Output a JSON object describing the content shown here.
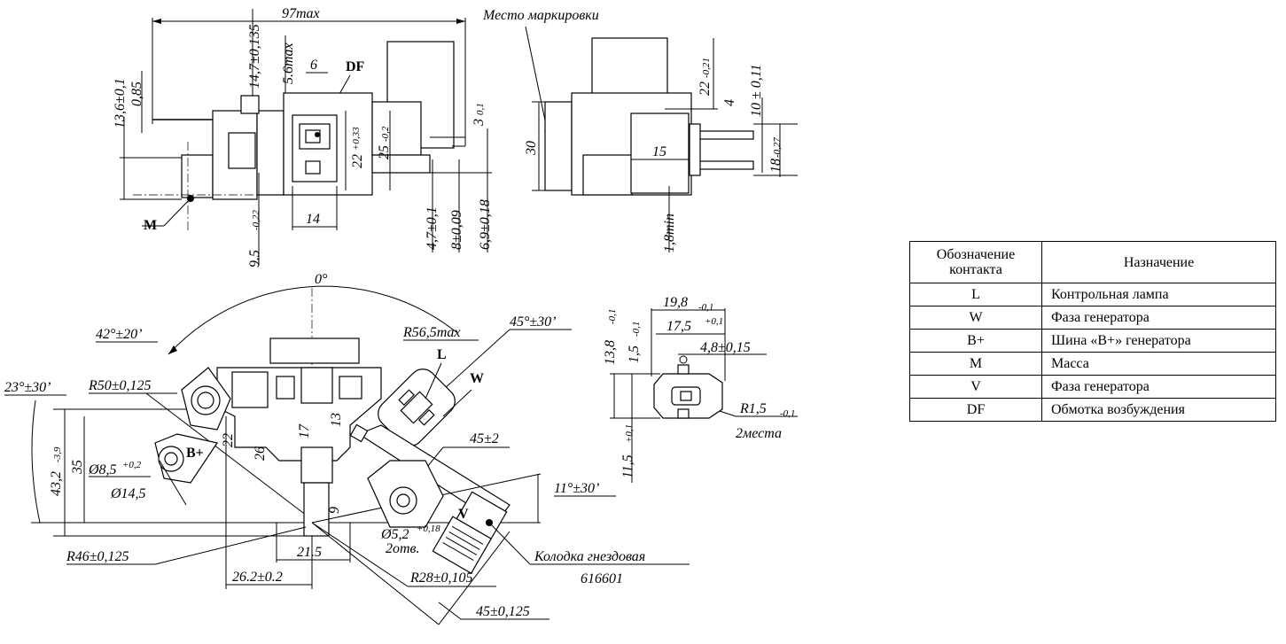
{
  "views": {
    "side": {
      "dims": [
        "97max",
        "14,7±0,135",
        "5.6max",
        "6",
        "13,6±0,1",
        "0,85",
        "3",
        "0,1",
        "22",
        "+0,33",
        "25",
        "-0,2",
        "9.5",
        "-0,22",
        "14",
        "4,7±0,1",
        "8±0,09",
        "6,9±0,18"
      ],
      "labels": {
        "df": "DF",
        "m": "M"
      }
    },
    "end": {
      "marking": "Место маркировки",
      "dims": [
        "22",
        "-0,21",
        "4",
        "10 ± 0,11",
        "18",
        "-0,27",
        "30",
        "15",
        "1,8min"
      ]
    },
    "plan": {
      "dims": [
        "0°",
        "42°±20’",
        "R56,5max",
        "45°±30’",
        "23°±30’",
        "R50±0,125",
        "43,2",
        "-3,9",
        "35",
        "22",
        "26",
        "17",
        "13",
        "45±2",
        "Ø8,5",
        "+0,2",
        "Ø14,5",
        "11°±30’",
        "9",
        "Ø5,2",
        "+0,18",
        "2отв.",
        "R46±0,125",
        "21.5",
        "26.2±0.2",
        "R28±0,105",
        "45±0,125"
      ],
      "labels": {
        "l": "L",
        "w": "W",
        "b_plus": "B+",
        "v": "V"
      },
      "connector": {
        "line1": "Колодка гнездовая",
        "line2": "616601"
      }
    },
    "detail": {
      "dims": [
        "19,8",
        "-0,1",
        "17,5",
        "+0,1",
        "4,8±0,15",
        "13,8",
        "-0,1",
        "1,5",
        "-0,1",
        "R1,5",
        "-0,1",
        "2места",
        "11,5",
        "+0,1"
      ]
    }
  },
  "table": {
    "headers": [
      "Обозначение контакта",
      "Назначение"
    ],
    "rows": [
      {
        "pin": "L",
        "desc": "Контрольная лампа"
      },
      {
        "pin": "W",
        "desc": "Фаза генератора"
      },
      {
        "pin": "B+",
        "desc": "Шина «В+» генератора"
      },
      {
        "pin": "M",
        "desc": "Масса"
      },
      {
        "pin": "V",
        "desc": "Фаза генератора"
      },
      {
        "pin": "DF",
        "desc": "Обмотка возбуждения"
      }
    ]
  }
}
